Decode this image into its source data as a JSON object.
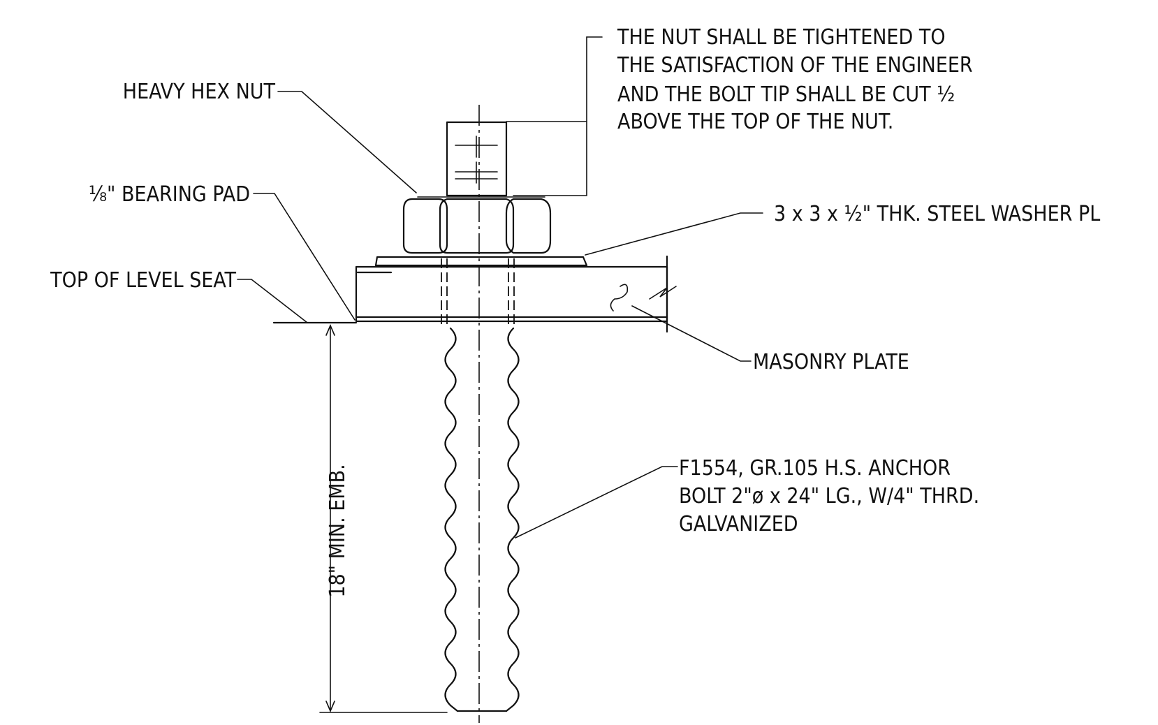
{
  "labels": {
    "nut_note": [
      "THE NUT SHALL BE TIGHTENED TO",
      "THE SATISFACTION OF THE ENGINEER",
      "AND THE BOLT TIP SHALL BE CUT ½",
      "ABOVE THE TOP OF THE NUT."
    ],
    "heavy_hex_nut": "HEAVY HEX NUT",
    "bearing_pad": "⅛\" BEARING PAD",
    "washer": "3 x 3 x ½\" THK. STEEL WASHER PL",
    "top_of_level_seat": "TOP OF LEVEL SEAT",
    "masonry_plate": "MASONRY PLATE",
    "anchor_bolt": [
      "F1554, GR.105 H.S. ANCHOR",
      "BOLT 2\"ø x 24\" LG., W/4\" THRD.",
      "GALVANIZED"
    ],
    "embedment": "18\" MIN. EMB."
  }
}
